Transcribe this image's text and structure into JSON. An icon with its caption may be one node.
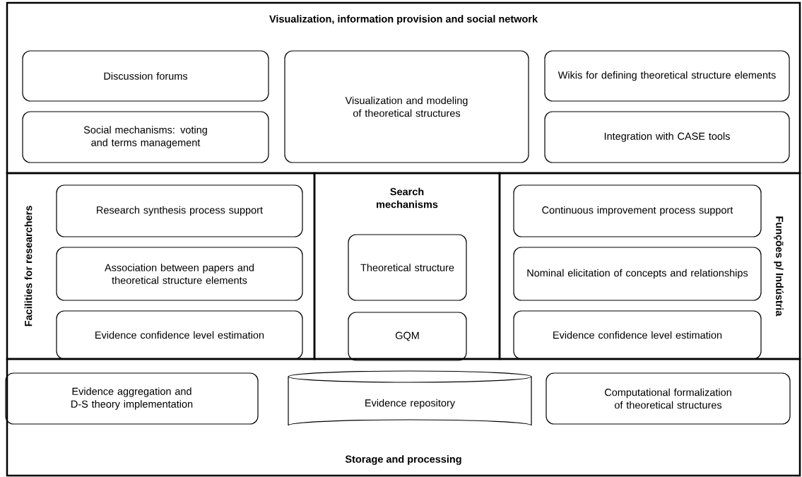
{
  "diagram": {
    "nodes": [
      {
        "text": [
          "Visualization, information provision and social network"
        ]
      },
      {
        "text": [
          "Discussion forums"
        ],
        "in": 0
      },
      {
        "text": [
          "Social mechanisms: voting and terms management"
        ],
        "in": 0
      },
      {
        "text": [
          "Visualization and modeling of theoretical structures"
        ],
        "in": 0
      },
      {
        "text": [
          "Wikis for defining theoretical structure elements"
        ],
        "in": 0
      },
      {
        "text": [
          "Integration with CASE tools"
        ],
        "in": 0
      },
      {
        "text": [
          "Facilities for researchers"
        ]
      },
      {
        "text": [
          "Research synthesis process support"
        ],
        "in": 6
      },
      {
        "text": [
          "Association between papers and theoretical structure elements"
        ],
        "in": 6
      },
      {
        "text": [
          "Evidence confidence level estimation"
        ],
        "in": 6
      },
      {
        "text": [
          "Search mechanisms"
        ]
      },
      {
        "text": [
          "Theoretical structure"
        ],
        "in": 10
      },
      {
        "text": [
          "GQM"
        ],
        "in": 10
      },
      {
        "text": [
          "Funções p/ Indústria"
        ]
      },
      {
        "text": [
          "Continuous improvement process support"
        ],
        "in": 13
      },
      {
        "text": [
          "Nominal elicitation of concepts and relationships"
        ],
        "in": 13
      },
      {
        "text": [
          "Evidence confidence level estimation"
        ],
        "in": 13
      },
      {
        "text": [
          "Storage and processing"
        ]
      },
      {
        "text": [
          "Evidence aggregation and D-S theory implementation"
        ],
        "in": 17
      },
      {
        "text": [
          "Evidence repository"
        ],
        "in": 17
      },
      {
        "text": [
          "Computational formalization of theoretical structures"
        ],
        "in": 17
      }
    ]
  }
}
